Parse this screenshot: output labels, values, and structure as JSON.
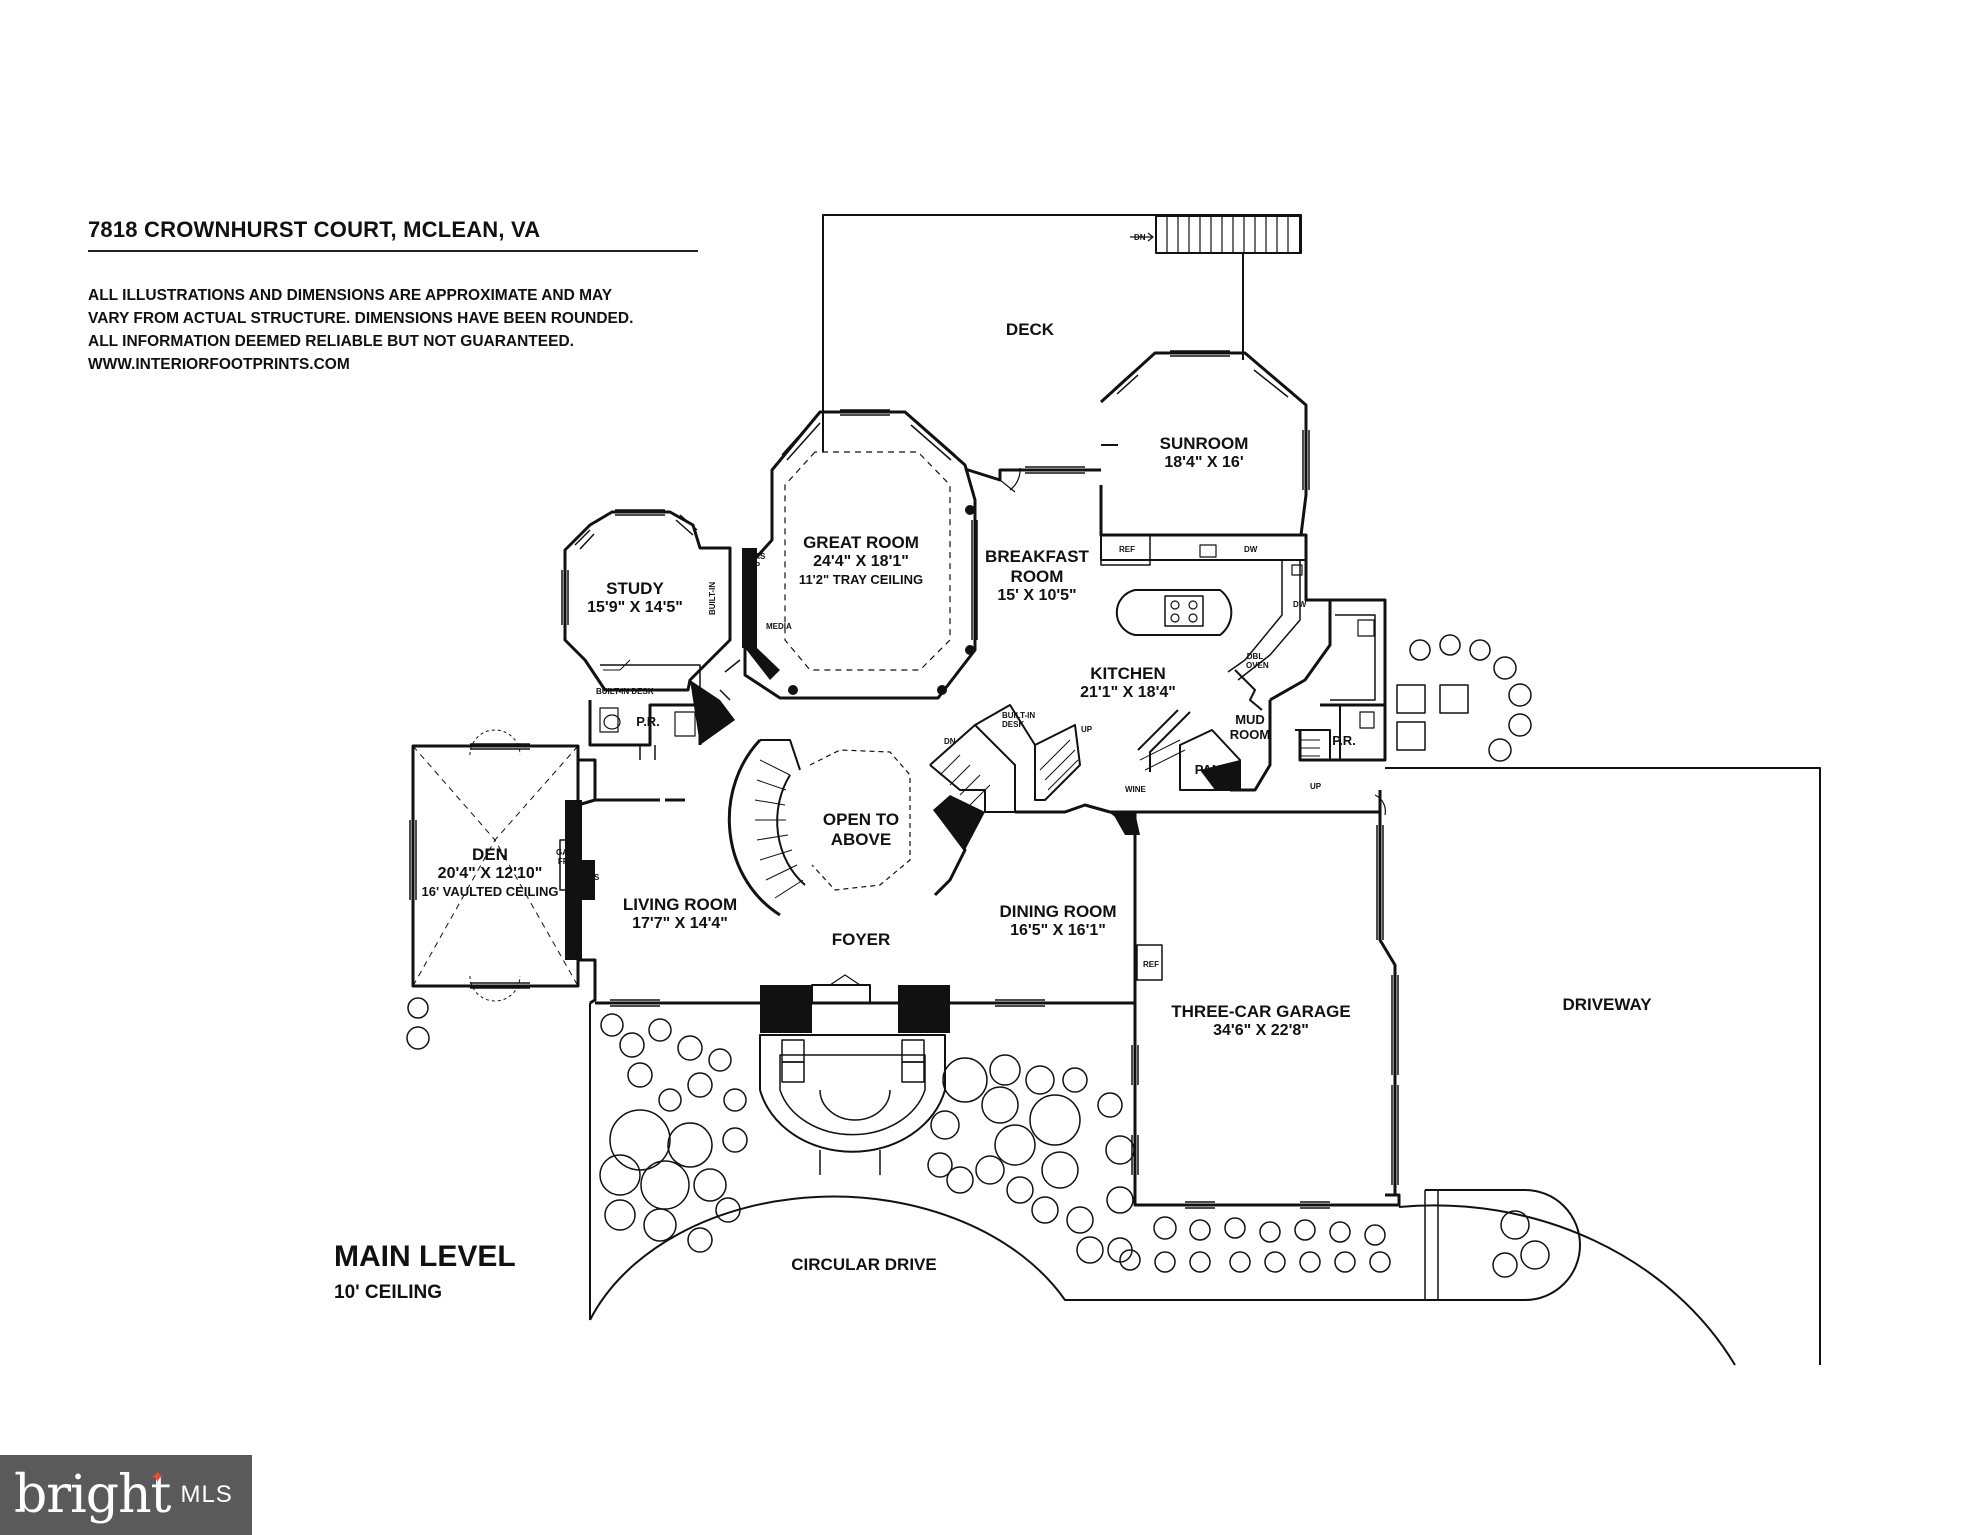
{
  "header": {
    "address": "7818 CROWNHURST COURT, MCLEAN, VA",
    "disclaimer": [
      "ALL ILLUSTRATIONS AND DIMENSIONS ARE APPROXIMATE AND MAY",
      "VARY FROM ACTUAL STRUCTURE. DIMENSIONS HAVE BEEN ROUNDED.",
      "ALL INFORMATION DEEMED RELIABLE BUT NOT GUARANTEED.",
      "WWW.INTERIORFOOTPRINTS.COM"
    ]
  },
  "level": {
    "title": "MAIN LEVEL",
    "ceiling": "10' CEILING"
  },
  "rooms": {
    "deck": {
      "name": "DECK"
    },
    "sunroom": {
      "name": "SUNROOM",
      "dims": "18'4\" X 16'"
    },
    "great_room": {
      "name": "GREAT ROOM",
      "dims": "24'4\" X 18'1\"",
      "note": "11'2\" TRAY CEILING"
    },
    "breakfast_room": {
      "name": "BREAKFAST",
      "name2": "ROOM",
      "dims": "15' X 10'5\""
    },
    "study": {
      "name": "STUDY",
      "dims": "15'9\" X 14'5\""
    },
    "kitchen": {
      "name": "KITCHEN",
      "dims": "21'1\" X 18'4\""
    },
    "mud_room": {
      "name": "MUD",
      "name2": "ROOM"
    },
    "pan": {
      "name": "PAN"
    },
    "pr_left": {
      "name": "P.R."
    },
    "pr_right": {
      "name": "P.R."
    },
    "open_above": {
      "name": "OPEN TO",
      "name2": "ABOVE"
    },
    "den": {
      "name": "DEN",
      "dims": "20'4\" X 12'10\"",
      "note": "16' VAULTED CEILING"
    },
    "living_room": {
      "name": "LIVING ROOM",
      "dims": "17'7\" X 14'4\""
    },
    "foyer": {
      "name": "FOYER"
    },
    "dining_room": {
      "name": "DINING ROOM",
      "dims": "16'5\" X 16'1\""
    },
    "garage": {
      "name": "THREE-CAR GARAGE",
      "dims": "34'6\" X 22'8\""
    },
    "driveway": {
      "name": "DRIVEWAY"
    },
    "circular_drive": {
      "name": "CIRCULAR DRIVE"
    }
  },
  "fixtures": {
    "dn_deck": "DN",
    "ref_kitchen": "REF",
    "dw_top": "DW",
    "dw_side": "DW",
    "dbl_oven": "DBL OVEN",
    "gas_fp_great": "GAS FP",
    "built_in": "BUILT-IN",
    "media": "MEDIA",
    "built_in_desk_study": "BUILT-IN DESK",
    "built_in_desk_hall": "BUILT-IN DESK",
    "dn_stair": "DN",
    "up_stair": "UP",
    "up_mud": "UP",
    "wine": "WINE",
    "gas_fp_den": "GAS FP",
    "gas_fp_living": "GAS FP",
    "ref_garage": "REF"
  },
  "branding": {
    "logo_word": "bright",
    "logo_mls": "MLS"
  },
  "colors": {
    "ink": "#111111",
    "logo_bg": "#5a5a5a",
    "logo_accent": "#e1523d"
  }
}
